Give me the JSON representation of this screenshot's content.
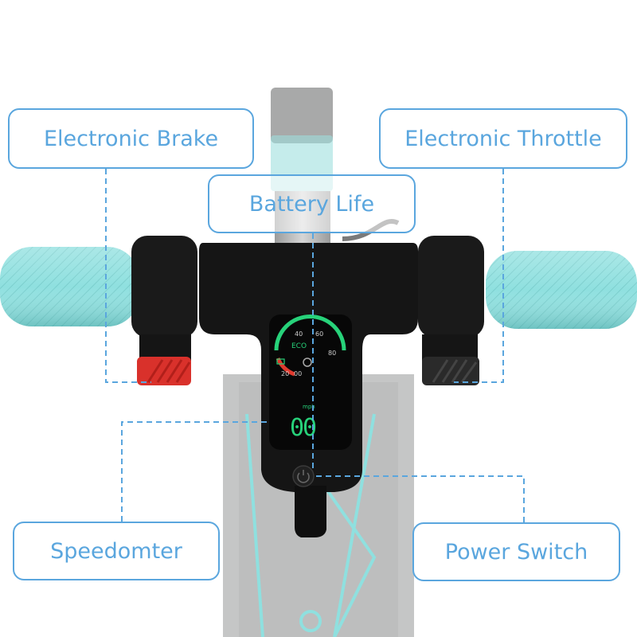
{
  "callouts": {
    "brake": "Electronic Brake",
    "throttle": "Electronic Throttle",
    "battery": "Battery Life",
    "speedometer": "Speedomter",
    "power": "Power Switch"
  },
  "display": {
    "mode": "ECO",
    "speed_digits": "00",
    "unit": "mph",
    "dial_ticks": [
      "20",
      "40",
      "60",
      "80",
      "00"
    ]
  },
  "colors": {
    "callout_blue": "#5aa6de",
    "grip_teal": "#7fd6d6",
    "deck_grey": "#c8c9c9",
    "brake_red": "#d9312b",
    "throttle_black": "#2a2a2a",
    "display_green": "#27d27a",
    "display_red": "#e03a2e"
  },
  "icons": [
    "power-icon",
    "speedometer-icon",
    "battery-icon"
  ]
}
